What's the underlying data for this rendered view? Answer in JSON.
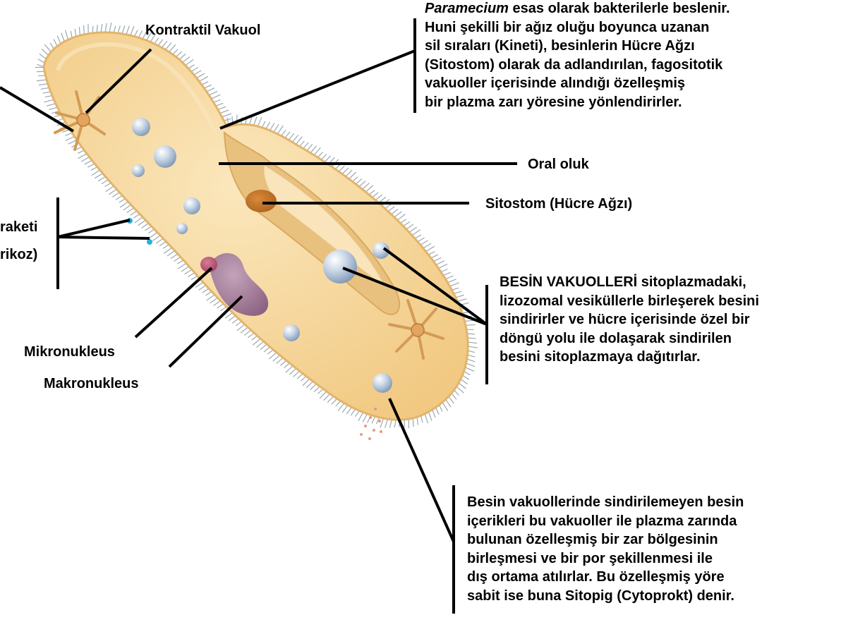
{
  "labels": {
    "contractile_vacuole": "Kontraktil Vakuol",
    "oral_groove": "Oral oluk",
    "cytostome": "Sitostom (Hücre Ağzı)",
    "trichocyst_partial_1": "raketi",
    "trichocyst_partial_2": "rikoz)",
    "micronucleus": "Mikronukleus",
    "macronucleus": "Makronukleus"
  },
  "feeding_text": {
    "species": "Paramecium",
    "lines": [
      " esas olarak bakterilerle beslenir.",
      "Huni şekilli bir ağız oluğu boyunca uzanan",
      "sil sıraları (Kineti), besinlerin Hücre Ağzı",
      "(Sitostom) olarak da adlandırılan, fagositotik",
      "vakuoller içerisinde alındığı özelleşmiş",
      "bir plazma zarı yöresine yönlendirirler."
    ]
  },
  "food_vacuole_text": {
    "lines": [
      "BESİN VAKUOLLERİ sitoplazmadaki,",
      "lizozomal vesiküllerle birleşerek besini",
      "sindirirler ve hücre içerisinde özel bir",
      "döngü yolu ile dolaşarak sindirilen",
      "besini sitoplazmaya dağıtırlar."
    ]
  },
  "cytoproct_text": {
    "lines": [
      "Besin vakuollerinde sindirilemeyen besin",
      "içerikleri bu vakuoller ile plazma zarında",
      "bulunan özelleşmiş bir zar bölgesinin",
      "birleşmesi ve bir por şekillenmesi ile",
      "dış ortama atılırlar. Bu özelleşmiş yöre",
      " sabit ise buna Sitopig (Cytoprokt) denir."
    ]
  },
  "colors": {
    "cell_fill": "#F6D79A",
    "cell_edge": "#E5B870",
    "groove": "#E8C07C",
    "cytostome": "#C77A2A",
    "macronucleus": "#A07894",
    "micronucleus": "#B04C6C",
    "vacuole": "#A9BCD2",
    "cilia": "#9AA8B0",
    "trichocyst": "#2BB0D8",
    "leader": "#000000"
  }
}
